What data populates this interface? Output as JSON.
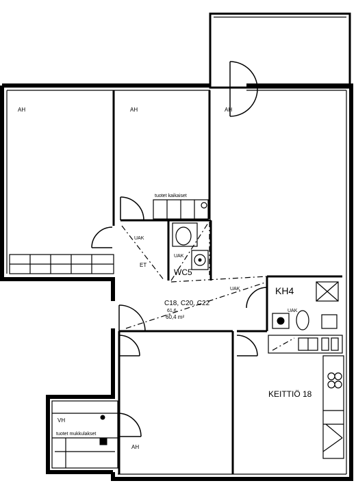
{
  "rooms": {
    "ah_1": "AH",
    "ah_2": "AH",
    "ah_3": "AH",
    "ah_4": "AH",
    "et": "ET",
    "wc": "WC5",
    "kh": "KH4",
    "kitchen": "KEITTIÖ 18",
    "vh": "VH"
  },
  "labels": {
    "uak_1": "UAK",
    "uak_2": "UAK",
    "uak_3": "UAK",
    "uak_4": "UAK",
    "furniture_1": "tuotet kaikaiset",
    "furniture_2": "tuotet mukkulakset",
    "code_line": "C18, C20, C22",
    "area_1": "61,6",
    "area_2": "60,4 m²"
  }
}
